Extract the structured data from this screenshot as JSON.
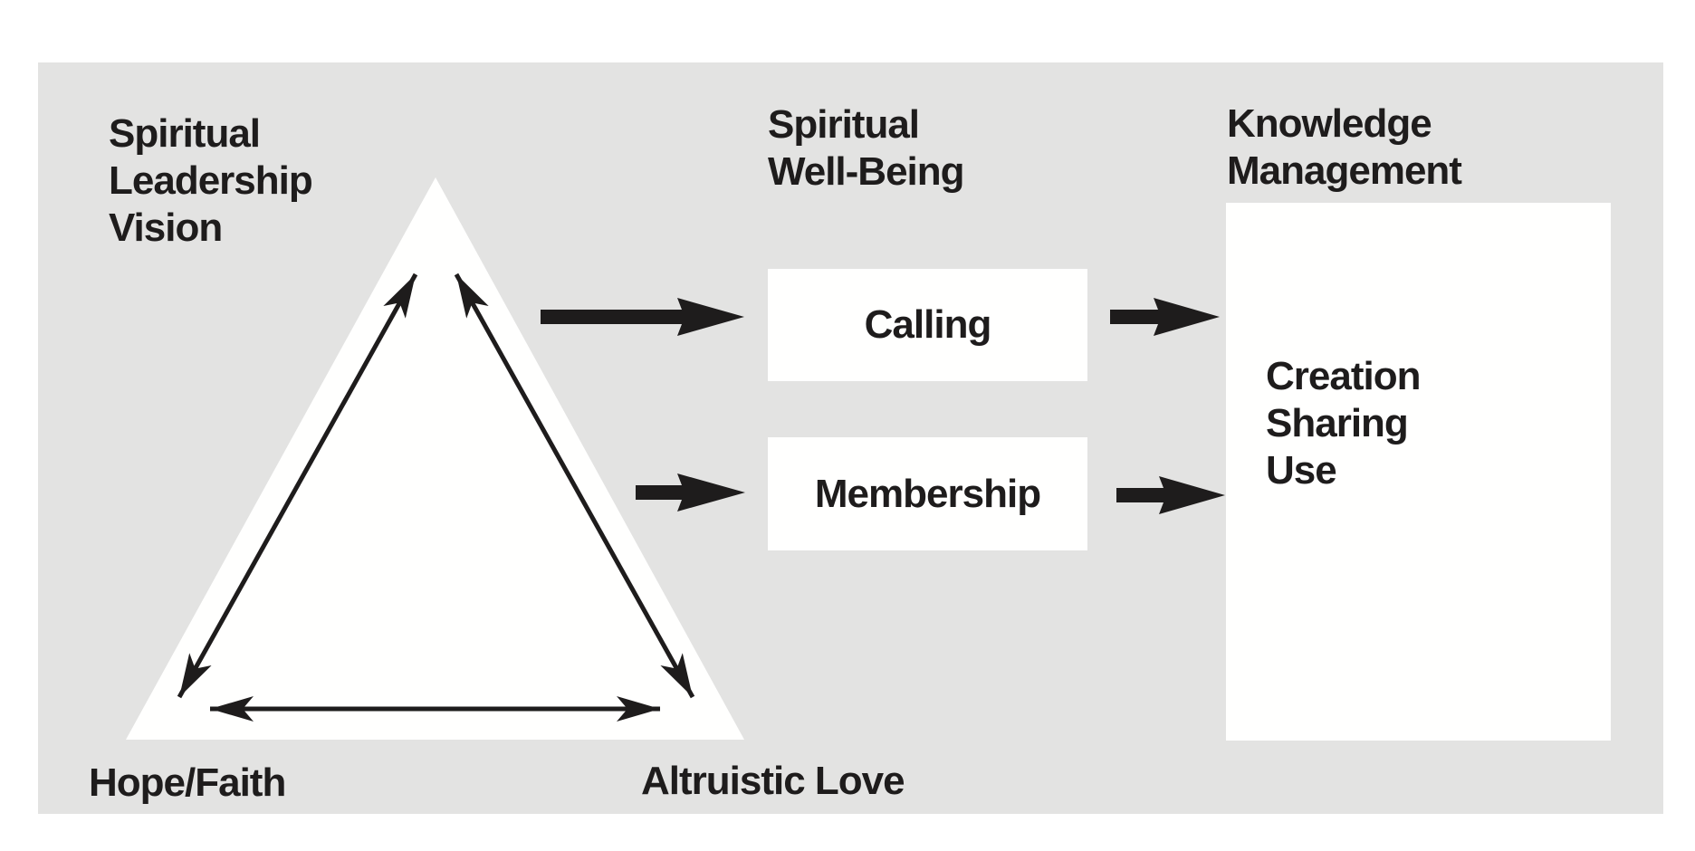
{
  "colors": {
    "panel_bg": "#e3e3e2",
    "ink": "#1e1c1c",
    "node_bg": "#fffffe"
  },
  "figure": {
    "triangle": {
      "apex_label": "Spiritual\nLeadership\nVision",
      "bottom_left_label": "Hope/Faith",
      "bottom_right_label": "Altruistic Love"
    },
    "spiritual_wellbeing": {
      "heading": "Spiritual\nWell-Being",
      "calling_label": "Calling",
      "membership_label": "Membership"
    },
    "knowledge_management": {
      "heading": "Knowledge\nManagement",
      "processes": "Creation\nSharing\nUse"
    }
  }
}
